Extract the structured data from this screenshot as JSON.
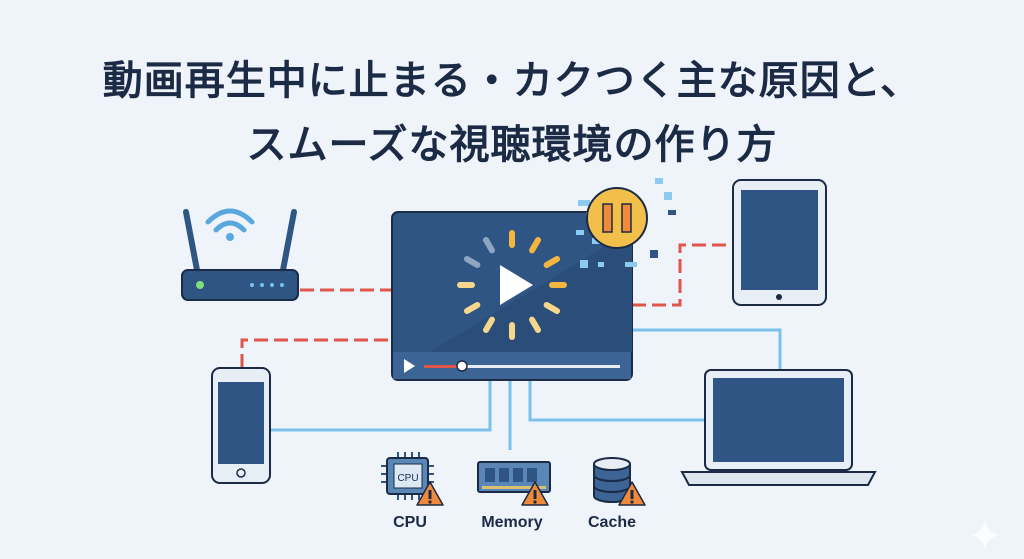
{
  "title": {
    "line1": "動画再生中に止まる・カクつく主な原因と、",
    "line2": "スムーズな視聴環境の作り方"
  },
  "components": [
    {
      "label": "CPU",
      "icon": "cpu-icon",
      "chip_text": "CPU"
    },
    {
      "label": "Memory",
      "icon": "memory-icon"
    },
    {
      "label": "Cache",
      "icon": "database-icon"
    }
  ],
  "colors": {
    "navy": "#2f5585",
    "dark": "#1b2a45",
    "accent": "#f2c04a",
    "warning": "#ef8a3a",
    "red": "#e0564a",
    "blue": "#7cc0ec"
  }
}
